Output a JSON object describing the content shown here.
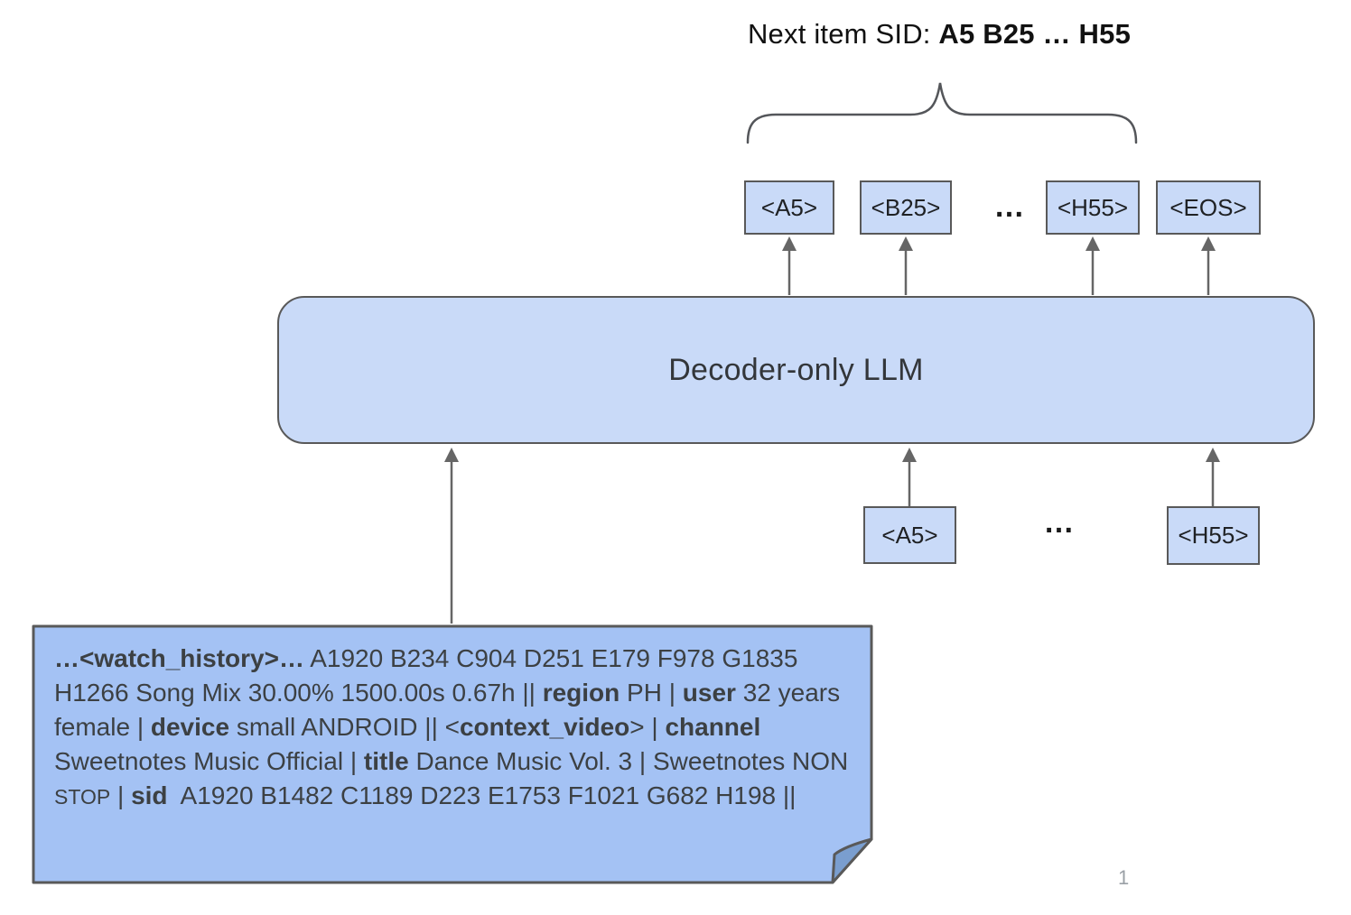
{
  "title": {
    "prefix": "Next item SID: ",
    "bold": "A5 B25 … H55"
  },
  "llm": {
    "label": "Decoder-only LLM"
  },
  "output_row": {
    "tokens": [
      "<A5>",
      "<B25>",
      "<H55>",
      "<EOS>"
    ],
    "ellipsis": "…"
  },
  "input_row": {
    "tokens": [
      "<A5>",
      "<H55>"
    ],
    "ellipsis": "…"
  },
  "note": {
    "segments": [
      {
        "t": "…<watch_history>…"
      },
      {
        "t": " A1920 B234 C904 D251 E179 F978 G1835 H1266 Song Mix 30.00% 1500.00s 0.67h || "
      },
      {
        "t": "region"
      },
      {
        "t": " PH | "
      },
      {
        "t": "user"
      },
      {
        "t": " 32 years female | "
      },
      {
        "t": "device"
      },
      {
        "t": " small ANDROID || <"
      },
      {
        "t": "context_video"
      },
      {
        "t": "> | "
      },
      {
        "t": "channel"
      },
      {
        "t": " Sweetnotes Music Official | "
      },
      {
        "t": "title"
      },
      {
        "t": " Dance Music Vol. 3 | Sweetnotes NON "
      },
      {
        "t": "STOP"
      },
      {
        "t": " | "
      },
      {
        "t": "sid"
      },
      {
        "t": "  A1920 B1482 C1189 D223 E1753 F1021 G682 H198 ||"
      }
    ]
  },
  "page": {
    "number": "1"
  },
  "colors": {
    "box_fill": "#c9daf8",
    "note_fill": "#a4c2f4",
    "note_fold": "#7a9ecf",
    "border": "#595959",
    "arrow": "#666666"
  }
}
